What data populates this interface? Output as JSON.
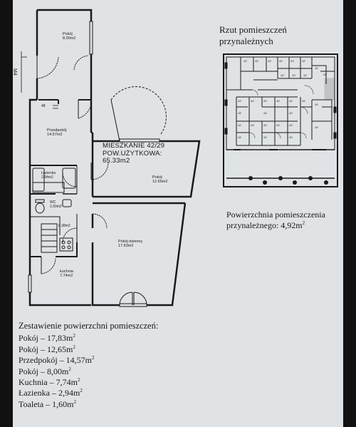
{
  "annex": {
    "title_line1": "Rzut pomieszczeń",
    "title_line2": "przynależnych",
    "area_line1": "Powierzchnia pomieszczenia",
    "area_line2": "przynależnego: 4,92m",
    "area_sup": "2"
  },
  "apartment": {
    "line1": "MIESZKANIE 42/29",
    "line2": "POW.UŻYTKOWA:",
    "line3": "65.33m2"
  },
  "plan_labels": {
    "pokoj_top": "Pokój",
    "pokoj_top_area": "8.00m2",
    "przedpokoj": "Przedpokój",
    "przedpokoj_area": "14.57m2",
    "lazienka": "Łazienka",
    "lazienka_area": "2.94m2",
    "wc": "WC",
    "wc_area": "1.60m2",
    "kitchen_mini": "0.38m2",
    "kuchnia": "kuchnia",
    "kuchnia_area": "7.74m2",
    "pokoj_right": "Pokój",
    "pokoj_right_area": "12.65m2",
    "pokoj_dzienny": "Pokój dzienny",
    "pokoj_dzienny_area": "17.83m2",
    "side_mark": "M4",
    "hall_mark": "48"
  },
  "summary": {
    "heading": "Zestawienie powierzchni pomieszczeń:",
    "rows": [
      {
        "text": "Pokój – 17,83m",
        "sup": "2"
      },
      {
        "text": "Pokój – 12,65m",
        "sup": "2"
      },
      {
        "text": "Przedpokój – 14,57m",
        "sup": "2"
      },
      {
        "text": "Pokój – 8,00m",
        "sup": "2"
      },
      {
        "text": "Kuchnia – 7,74m",
        "sup": "2"
      },
      {
        "text": "Łazienka – 2,94m",
        "sup": "2"
      },
      {
        "text": "Toaleta – 1,60m",
        "sup": "2"
      }
    ]
  },
  "colors": {
    "paper": "#dfe3e6",
    "ink": "#1a1a1a",
    "background": "#111111"
  }
}
